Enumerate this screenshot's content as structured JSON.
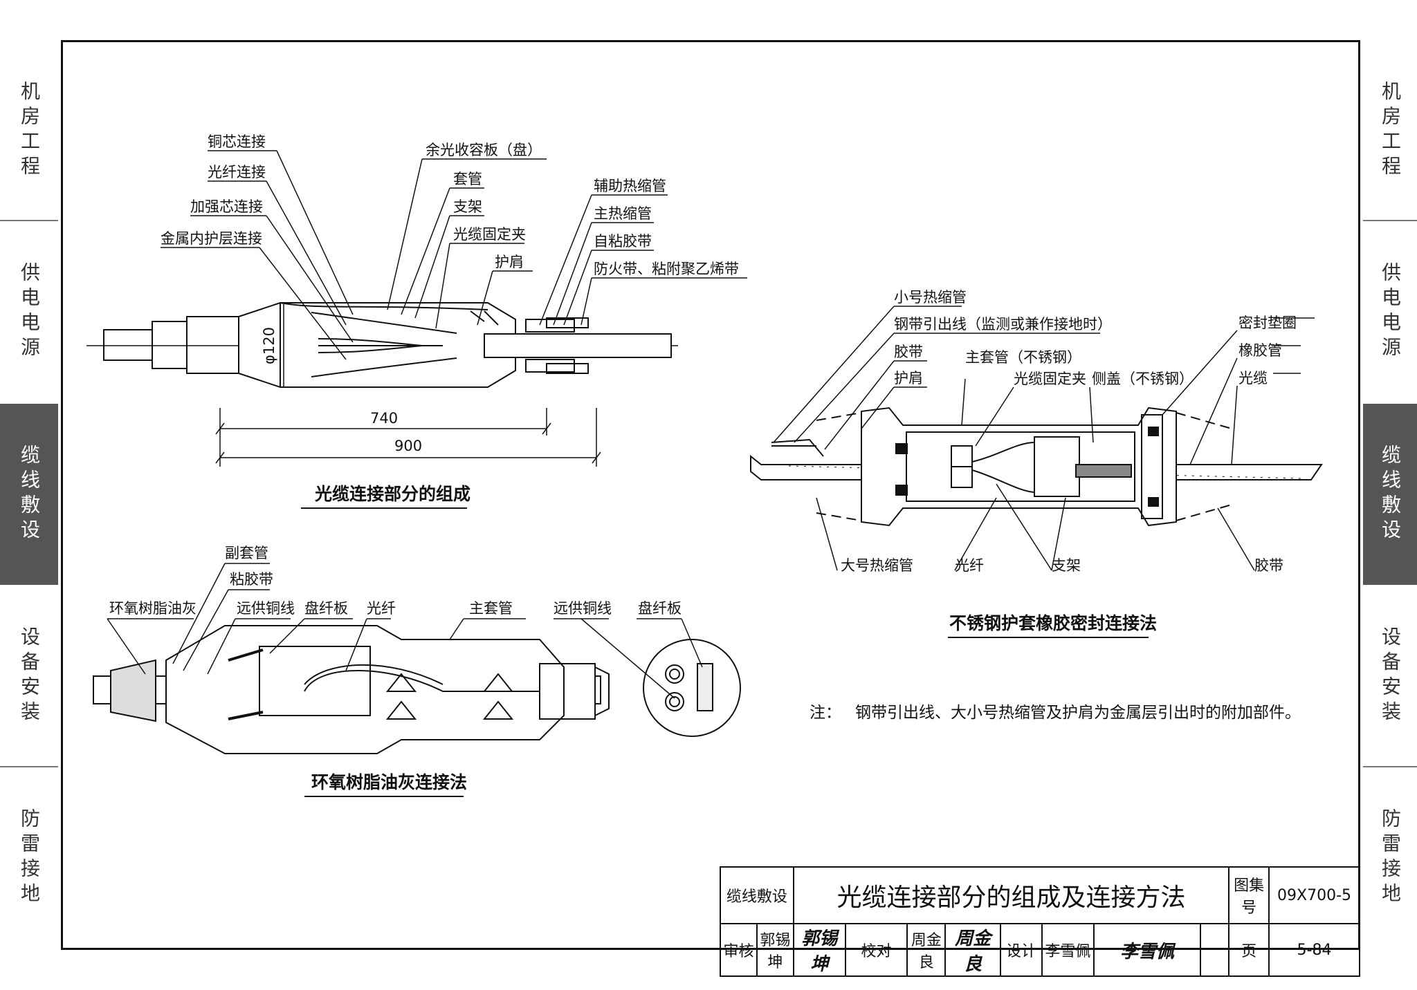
{
  "sidebar_left": [
    {
      "label": "机房工程",
      "active": false
    },
    {
      "label": "供电电源",
      "active": false
    },
    {
      "label": "缆线敷设",
      "active": true
    },
    {
      "label": "设备安装",
      "active": false
    },
    {
      "label": "防雷接地",
      "active": false
    }
  ],
  "sidebar_right": [
    {
      "label": "机房工程",
      "active": false
    },
    {
      "label": "供电电源",
      "active": false
    },
    {
      "label": "缆线敷设",
      "active": true
    },
    {
      "label": "设备安装",
      "active": false
    },
    {
      "label": "防雷接地",
      "active": false
    }
  ],
  "fig1": {
    "labels": {
      "copper_core": "铜芯连接",
      "fiber_conn": "光纤连接",
      "strength_core": "加强芯连接",
      "metal_inner": "金属内护层连接",
      "spare_tray": "余光收容板（盘）",
      "sleeve": "套管",
      "bracket": "支架",
      "cable_clamp": "光缆固定夹",
      "shoulder": "护肩",
      "aux_shrink": "辅助热缩管",
      "main_shrink": "主热缩管",
      "self_tape": "自粘胶带",
      "fire_tape": "防火带、粘附聚乙烯带"
    },
    "diameter": "φ120",
    "dim_740": "740",
    "dim_900": "900",
    "caption": "光缆连接部分的组成"
  },
  "fig2": {
    "labels": {
      "small_shrink": "小号热缩管",
      "steel_lead": "钢带引出线（监测或兼作接地时）",
      "tape": "胶带",
      "shoulder": "护肩",
      "main_sleeve": "主套管（不锈钢）",
      "cable_clamp": "光缆固定夹",
      "side_cover": "侧盖（不锈钢）",
      "seal_ring": "密封垫圈",
      "rubber_tube": "橡胶管",
      "cable": "光缆",
      "large_shrink": "大号热缩管",
      "fiber": "光纤",
      "bracket": "支架",
      "tape_bottom": "胶带"
    },
    "caption": "不锈钢护套橡胶密封连接法"
  },
  "fig3": {
    "labels": {
      "sub_sleeve": "副套管",
      "adhesive_tape": "粘胶带",
      "epoxy": "环氧树脂油灰",
      "remote_wire": "远供铜线",
      "tray": "盘纤板",
      "fiber": "光纤",
      "main_sleeve": "主套管",
      "remote_wire2": "远供铜线",
      "tray2": "盘纤板"
    },
    "caption": "环氧树脂油灰连接法"
  },
  "note": {
    "prefix": "注：",
    "text": "钢带引出线、大小号热缩管及护肩为金属层引出时的附加部件。"
  },
  "title_block": {
    "section": "缆线敷设",
    "title": "光缆连接部分的组成及连接方法",
    "atlas_label": "图集号",
    "atlas_no": "09X700-5",
    "review_label": "审核",
    "reviewer": "郭锡坤",
    "reviewer_sig": "郭锡坤",
    "check_label": "校对",
    "checker": "周金良",
    "checker_sig": "周金良",
    "design_label": "设计",
    "designer": "李雪佩",
    "designer_sig": "李雪佩",
    "page_label": "页",
    "page_no": "5-84"
  }
}
